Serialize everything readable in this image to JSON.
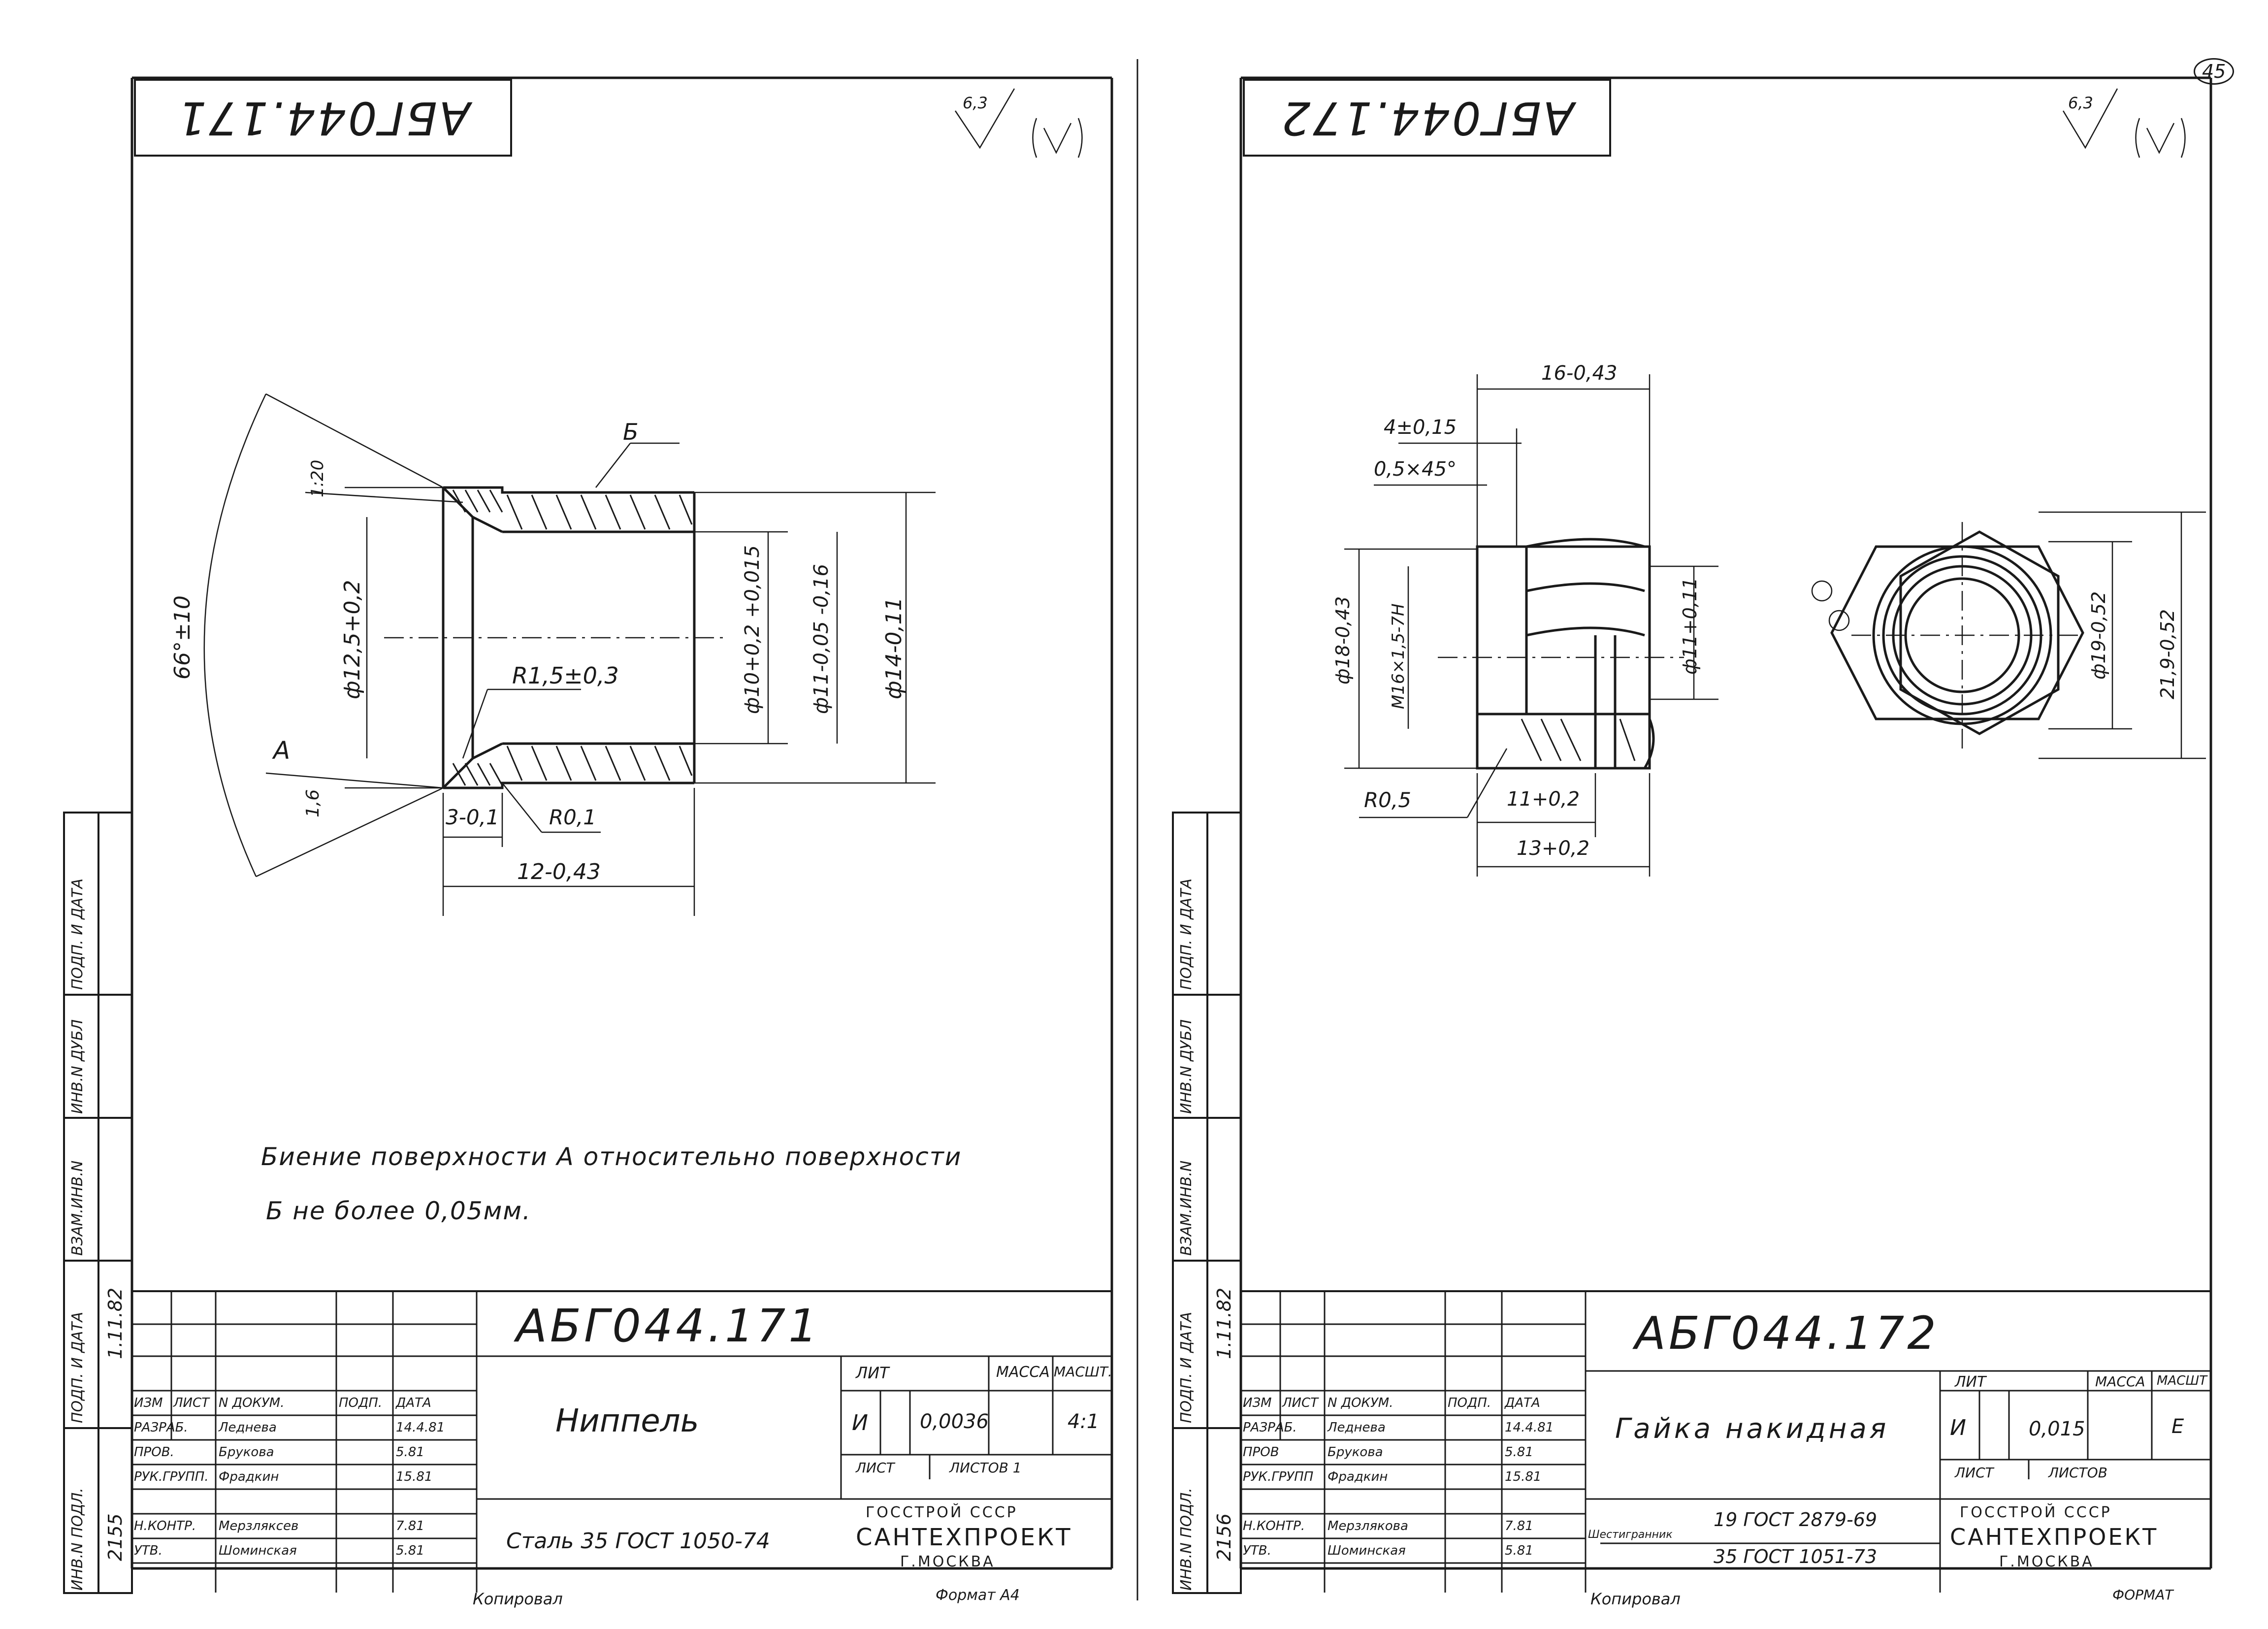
{
  "page_number": "45",
  "left_sheet": {
    "code_rotated": "АБГ044.171",
    "roughness": "6,3",
    "roughness_paren": "(√)",
    "dims": {
      "angle": "66°±10",
      "chamfer": "1,6",
      "slope": "1:20",
      "surface_b": "Б",
      "surface_a": "А",
      "d12": "ф12,5+0,2",
      "r15": "R1,5±0,3",
      "d10": "ф10+0,2 +0,015",
      "d11": "ф11-0,05 -0,16",
      "d14": "ф14-0,11",
      "len3": "3-0,1",
      "r01": "R0,1",
      "len12": "12-0,43"
    },
    "note_line1": "Биение поверхности А относительно поверхности",
    "note_line2": "Б не более 0,05мм.",
    "title_code": "АБГ044.171",
    "part_name": "Ниппель",
    "material": "Сталь 35 ГОСТ 1050-74",
    "hdr_lit": "ЛИТ",
    "hdr_mass": "МАССА",
    "hdr_scale": "МАСШТ.",
    "lit_value": "И",
    "mass_value": "0,0036",
    "scale_value": "4:1",
    "sheet_label": "ЛИСТ",
    "sheets_label": "ЛИСТОВ 1",
    "org1": "ГОССТРОЙ СССР",
    "org2": "САНТЕХПРОЕКТ",
    "org3": "Г.МОСКВА",
    "footer_copy": "Копировал",
    "footer_format": "Формат А4",
    "roles": {
      "izm": "ИЗМ",
      "list": "ЛИСТ",
      "ndoc": "N ДОКУМ.",
      "podp": "ПОДП.",
      "data": "ДАТА",
      "razrab": "РАЗРАБ.",
      "prov": "ПРОВ.",
      "rukgr": "РУК.ГРУПП.",
      "nkontr": "Н.КОНТР.",
      "utv": "УТВ."
    },
    "names": {
      "razrab": "Леднева",
      "prov": "Брукова",
      "rukgr": "Фрадкин",
      "nkontr": "Мерзляксев",
      "utv": "Шоминская"
    },
    "dates": {
      "razrab": "14.4.81",
      "prov": "5.81",
      "rukgr": "15.81",
      "nkontr": "7.81",
      "utv": "5.81"
    },
    "side": {
      "inv_podl": "ИНВ.N ПОДЛ.",
      "podp_data": "ПОДП. И ДАТА",
      "vzam_inv": "ВЗАМ.ИНВ.N",
      "inv_dubl": "ИНВ.N ДУБЛ",
      "podp_data2": "ПОДП. И ДАТА",
      "inv_value": "2155",
      "date_value": "1.11.82"
    }
  },
  "right_sheet": {
    "code_rotated": "АБГ044.172",
    "roughness": "6,3",
    "roughness_paren": "(√)",
    "dims": {
      "len16": "16-0,43",
      "len4": "4±0,15",
      "chamfer": "0,5×45°",
      "d18": "ф18-0,43",
      "thread": "M16×1,5-7H",
      "d11": "ф11+0,11",
      "r05": "R0,5",
      "len11": "11+0,2",
      "len13": "13+0,2",
      "d19": "ф19-0,52",
      "hex": "21,9-0,52"
    },
    "title_code": "АБГ044.172",
    "part_name": "Гайка накидная",
    "material_prefix": "Шестигранник",
    "material_1": "19 ГОСТ 2879-69",
    "material_2": "35 ГОСТ 1051-73",
    "hdr_lit": "ЛИТ",
    "hdr_mass": "МАССА",
    "hdr_scale": "МАСШТ",
    "lit_value": "И",
    "mass_value": "0,015",
    "scale_value": "Е",
    "sheet_label": "ЛИСТ",
    "sheets_label": "ЛИСТОВ",
    "org1": "ГОССТРОЙ СССР",
    "org2": "САНТЕХПРОЕКТ",
    "org3": "Г.МОСКВА",
    "footer_copy": "Копировал",
    "footer_format": "ФОРМАТ",
    "roles": {
      "izm": "ИЗМ",
      "list": "ЛИСТ",
      "ndoc": "N ДОКУМ.",
      "podp": "ПОДП.",
      "data": "ДАТА",
      "razrab": "РАЗРАБ.",
      "prov": "ПРОВ",
      "rukgr": "РУК.ГРУПП",
      "nkontr": "Н.КОНТР.",
      "utv": "УТВ."
    },
    "names": {
      "razrab": "Леднева",
      "prov": "Брукова",
      "rukgr": "Фрадкин",
      "nkontr": "Мерзлякова",
      "utv": "Шоминская"
    },
    "dates": {
      "razrab": "14.4.81",
      "prov": "5.81",
      "rukgr": "15.81",
      "nkontr": "7.81",
      "utv": "5.81"
    },
    "side": {
      "inv_podl": "ИНВ.N ПОДЛ.",
      "podp_data": "ПОДП. И ДАТА",
      "vzam_inv": "ВЗАМ.ИНВ.N",
      "inv_dubl": "ИНВ.N ДУБЛ",
      "podp_data2": "ПОДП. И ДАТА",
      "inv_value": "2156",
      "date_value": "1.11.82"
    }
  }
}
